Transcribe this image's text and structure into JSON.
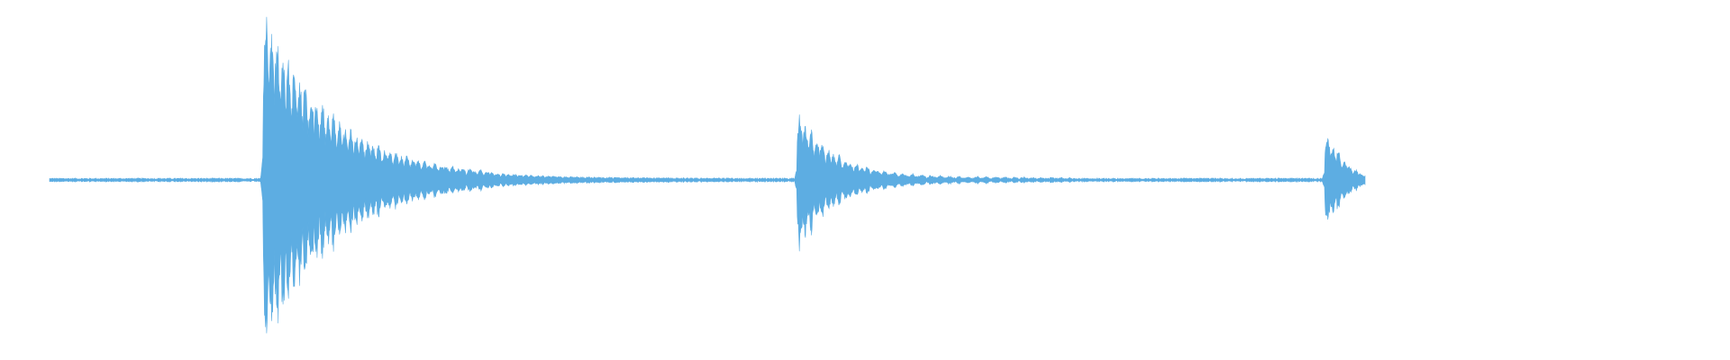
{
  "waveform": {
    "color": "#5dade2",
    "background": "#ffffff",
    "total_duration_s": 10.0,
    "silence_before_s": 0.0,
    "trailing_silence_after_s": 8.1,
    "hits": [
      {
        "onset_s": 1.32,
        "peak_amplitude": 0.98,
        "decay_s": 0.42,
        "ring_s": 1.4,
        "ring_amplitude": 0.06
      },
      {
        "onset_s": 4.62,
        "peak_amplitude": 0.39,
        "decay_s": 0.22,
        "ring_s": 1.7,
        "ring_amplitude": 0.025
      },
      {
        "onset_s": 7.88,
        "peak_amplitude": 0.26,
        "decay_s": 0.17,
        "ring_s": 1.6,
        "ring_amplitude": 0.018
      }
    ],
    "noise_floor": 0.008,
    "fade_out_end_s": 7.95
  }
}
